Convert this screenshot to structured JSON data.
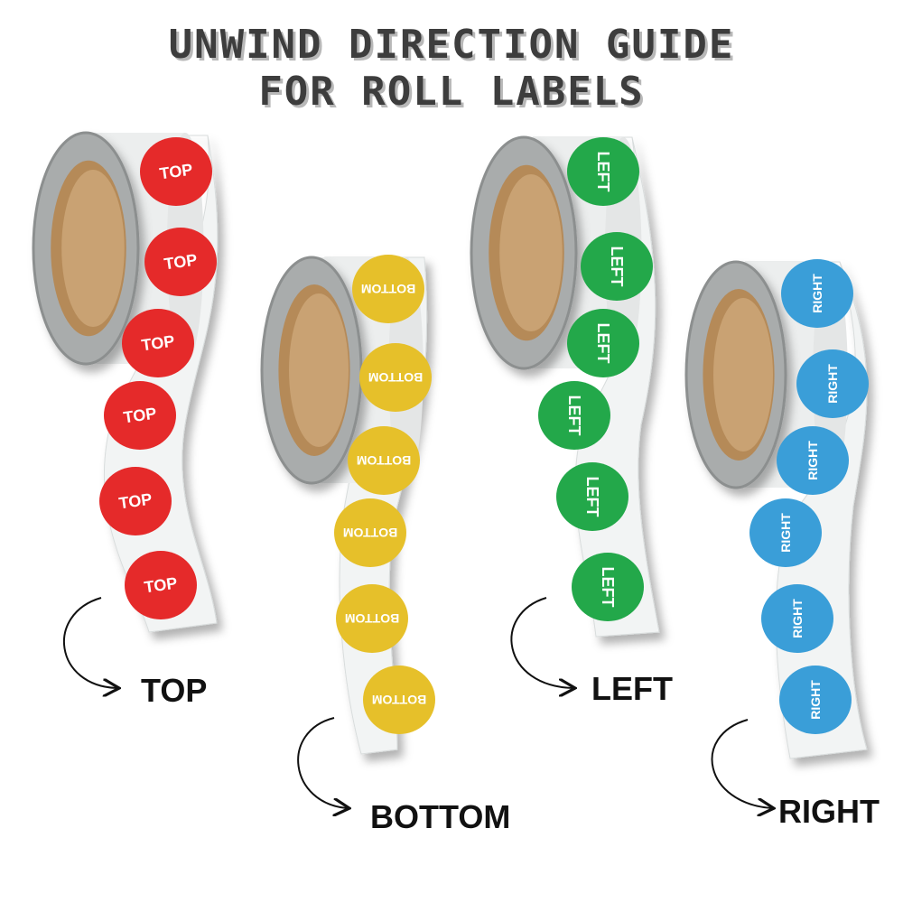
{
  "title": {
    "line1": "UNWIND DIRECTION GUIDE",
    "line2": "FOR ROLL LABELS"
  },
  "rolls": [
    {
      "label_text": "TOP",
      "caption": "TOP",
      "color": "#e52a2a"
    },
    {
      "label_text": "BOTTOM",
      "caption": "BOTTOM",
      "color": "#e6c02a"
    },
    {
      "label_text": "LEFT",
      "caption": "LEFT",
      "color": "#23a84a"
    },
    {
      "label_text": "RIGHT",
      "caption": "RIGHT",
      "color": "#3a9ed8"
    }
  ]
}
